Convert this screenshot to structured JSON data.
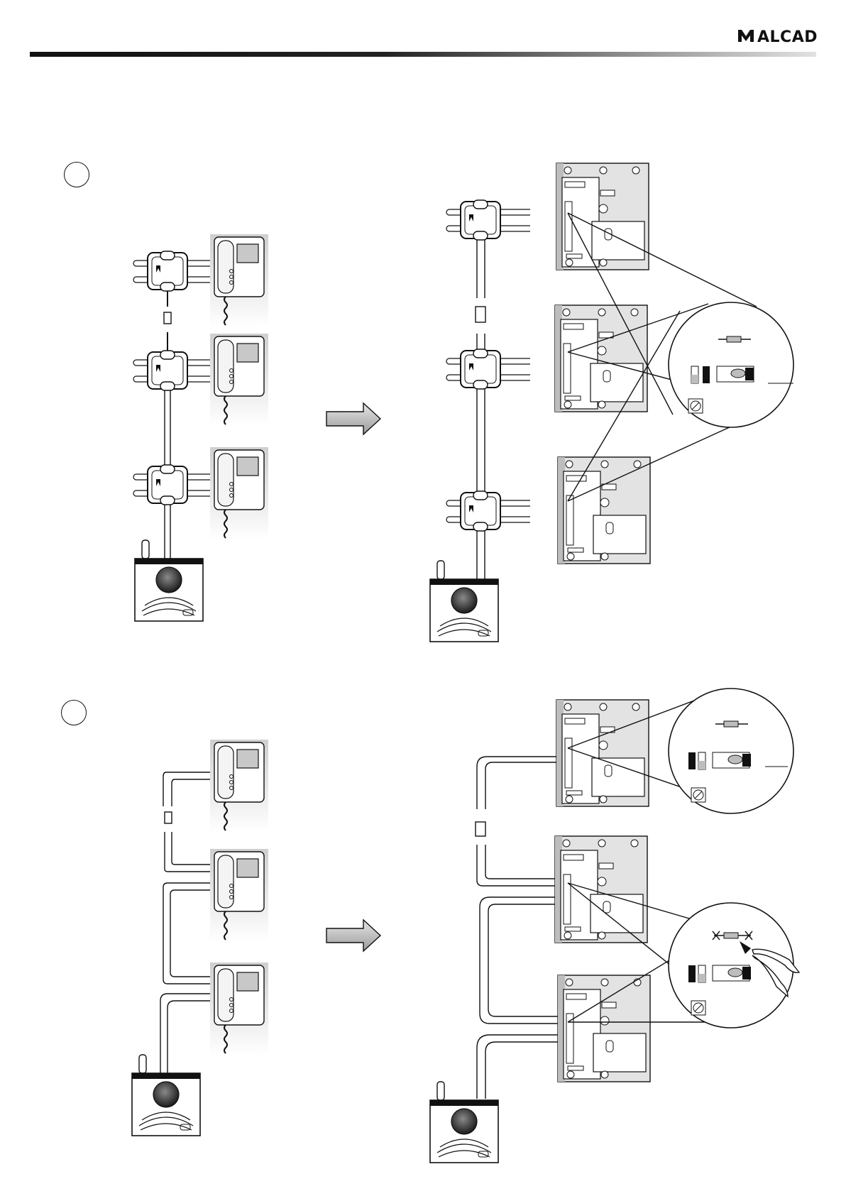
{
  "header": {
    "brand_name": "ALCAD",
    "logo_icon": "alcad-m-logo",
    "rule_colors": {
      "dark": "#111111",
      "light": "#dcdcdc"
    }
  },
  "sections": [
    {
      "id": "bus-distributor-installation",
      "icon": "empty-step-circle",
      "devices": [
        "distributor-box",
        "video-monitor",
        "door-panel-camera",
        "monitor-circuit-board"
      ],
      "action_icon": "right-arrow-icon",
      "zoom_detail": "end-of-line-resistor-kept-and-jumper"
    },
    {
      "id": "loop-through-installation",
      "icon": "empty-step-circle",
      "devices": [
        "video-monitor",
        "door-panel-camera",
        "monitor-circuit-board"
      ],
      "action_icon": "right-arrow-icon",
      "zoom_detail": "end-of-line-resistor-cut-with-pliers"
    }
  ],
  "colors": {
    "ink": "#111111",
    "panel_gray": "#d9d9d9",
    "arrow_gray": "#bdbdbd",
    "screen_gray": "#c8c8c8"
  }
}
